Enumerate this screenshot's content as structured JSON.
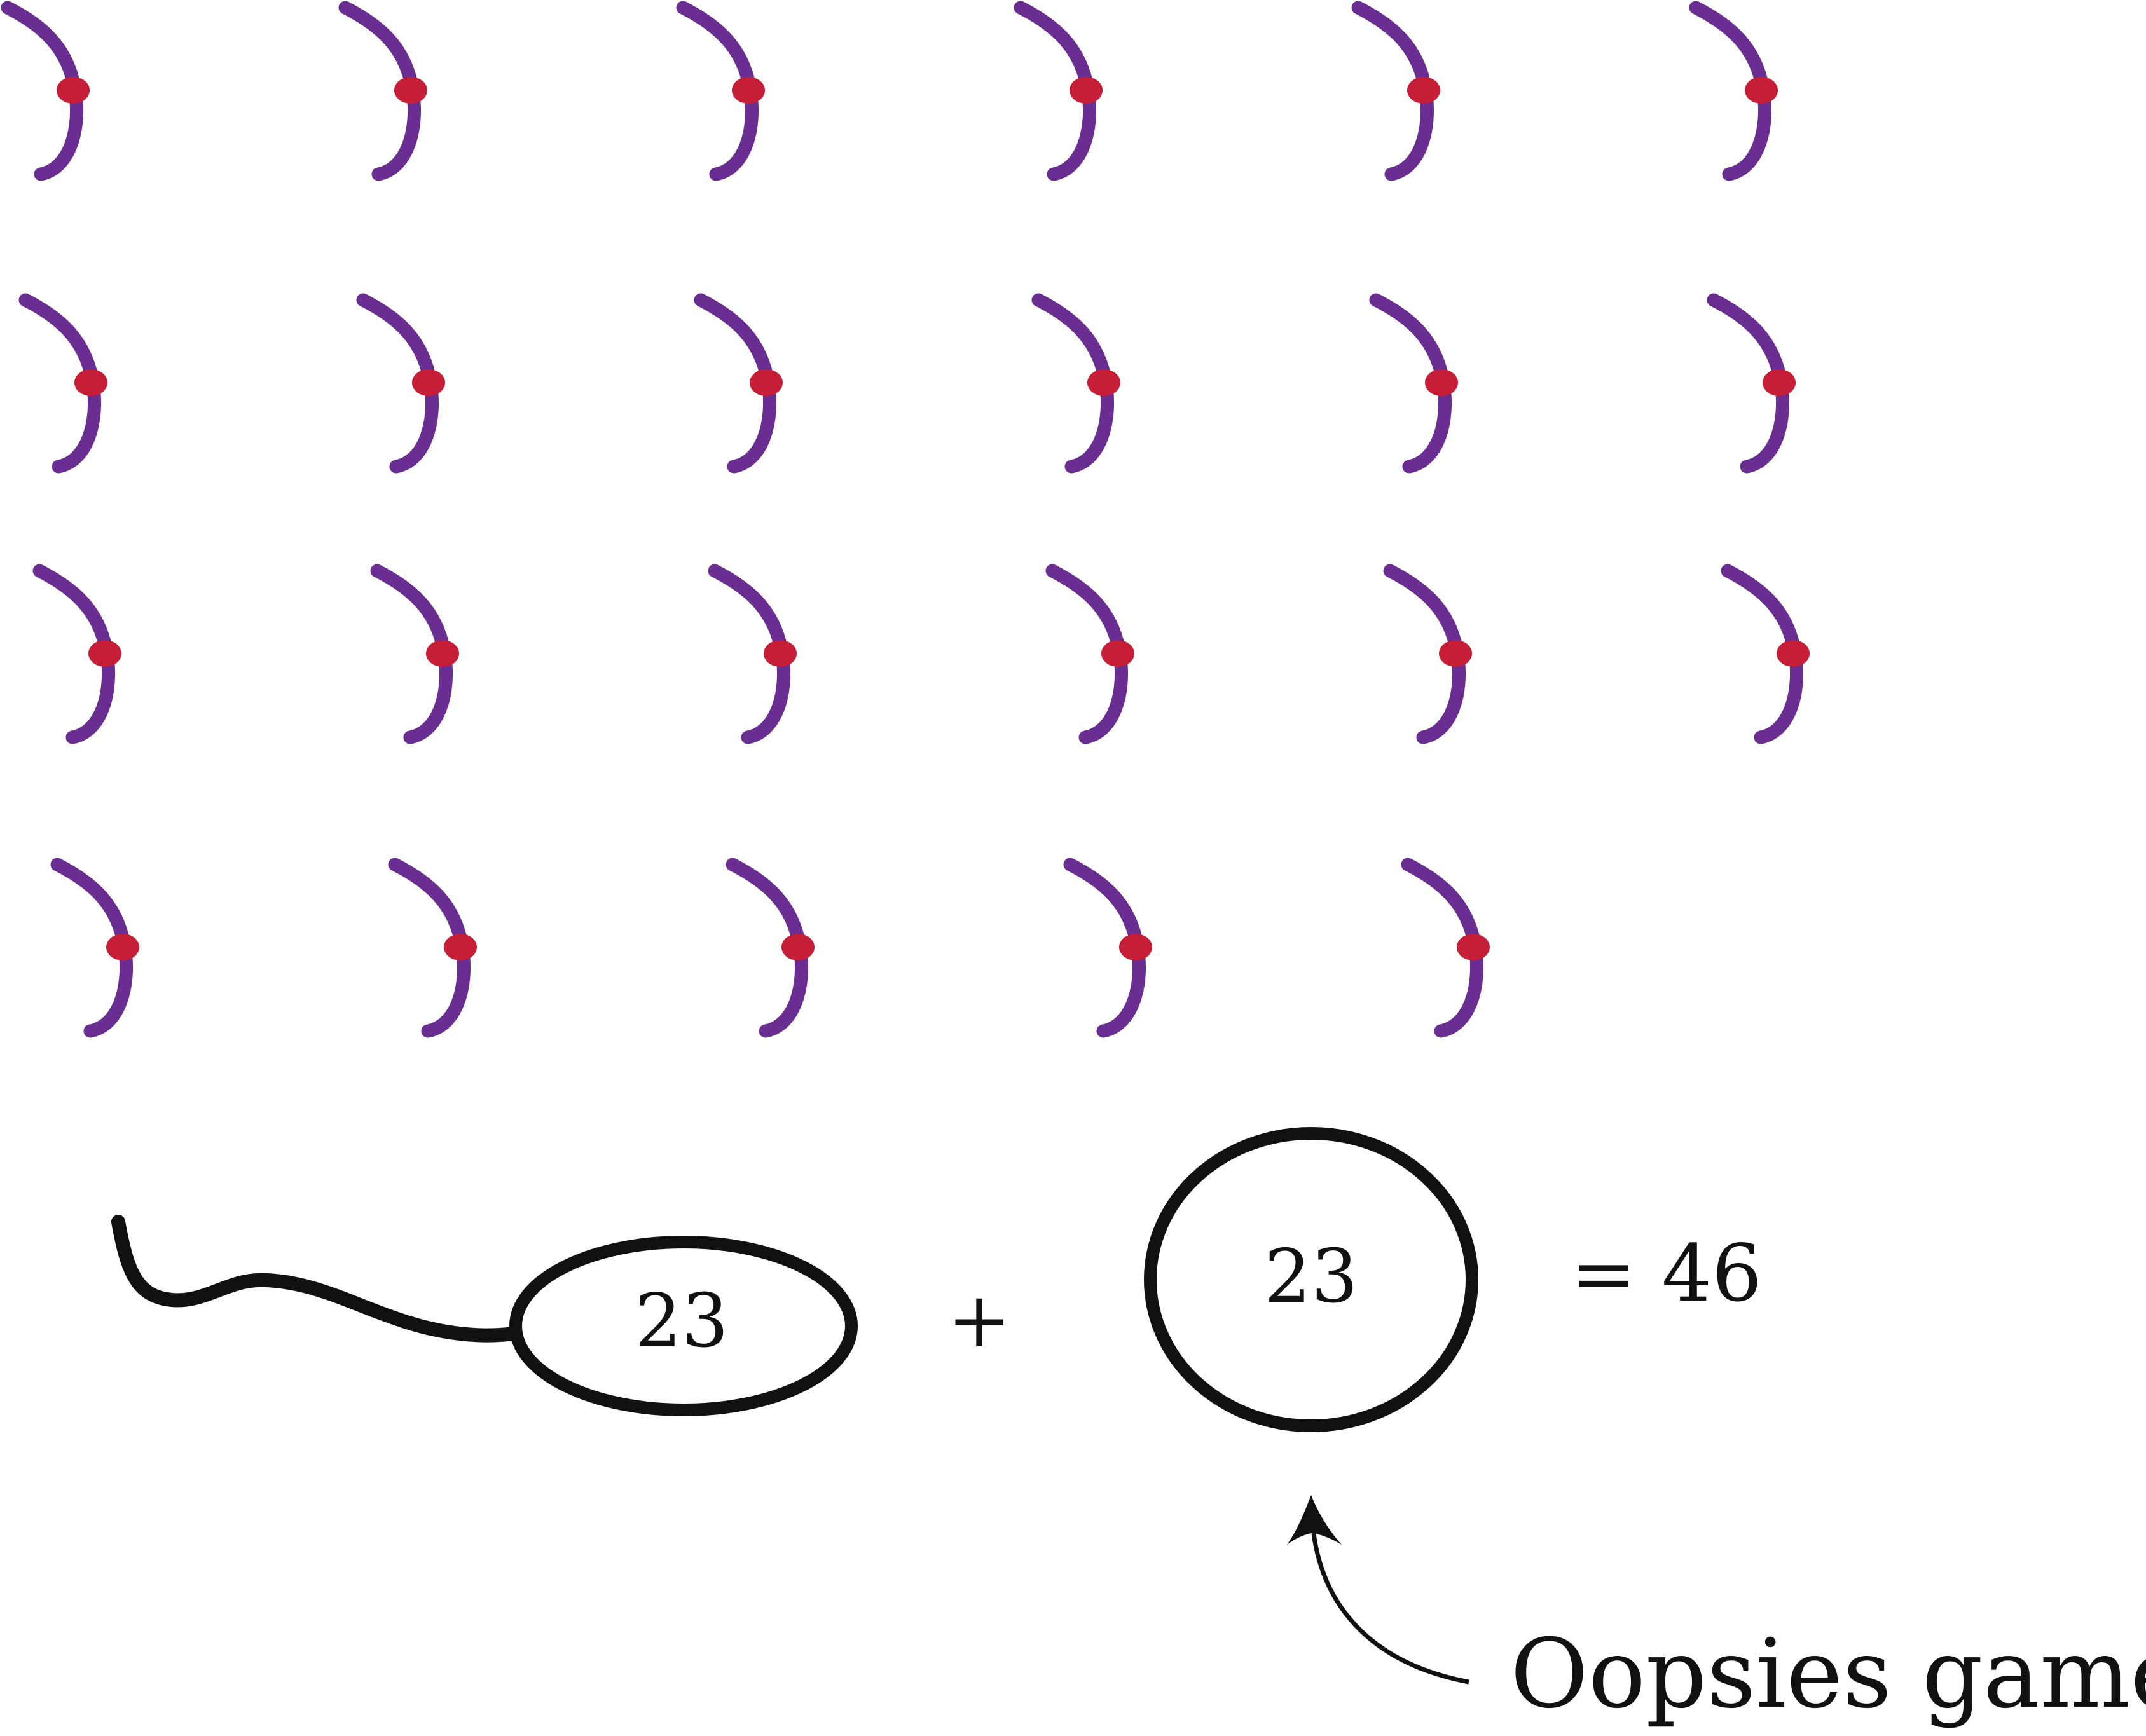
{
  "chromosomes": {
    "rows": [
      6,
      6,
      6,
      5
    ],
    "arm_color": "#6a2d91",
    "centromere_color": "#c61e36"
  },
  "sperm": {
    "chromosome_count": "23"
  },
  "plus_sign": "+",
  "egg": {
    "chromosome_count": "23"
  },
  "result": "= 46",
  "annotation": {
    "label": "Oopsies gamete!"
  },
  "colors": {
    "outline": "#111111",
    "background": "#ffffff"
  }
}
